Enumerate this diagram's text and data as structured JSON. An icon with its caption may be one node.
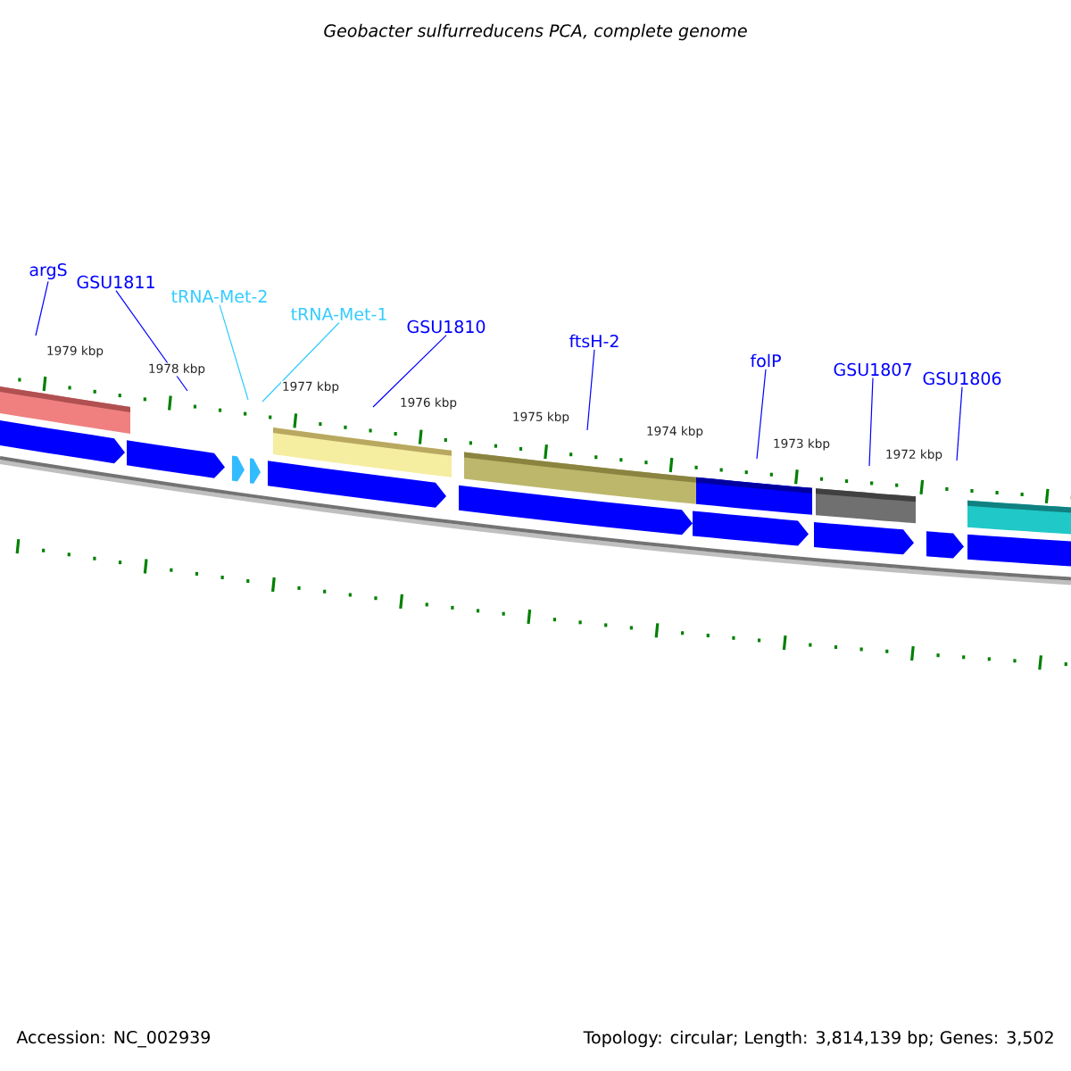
{
  "diagram": {
    "title": "Geobacter sulfurreducens PCA, complete genome",
    "nodes": [
      {
        "text": [
          "argS"
        ]
      },
      {
        "text": [
          "GSU1811"
        ]
      },
      {
        "text": [
          "tRNA-Met-2"
        ]
      },
      {
        "text": [
          "tRNA-Met-1"
        ]
      },
      {
        "text": [
          "GSU1810"
        ]
      },
      {
        "text": [
          "ftsH-2"
        ]
      },
      {
        "text": [
          "folP"
        ]
      },
      {
        "text": [
          "GSU1807"
        ]
      },
      {
        "text": [
          "GSU1806"
        ]
      }
    ],
    "edges": [
      {
        "from": 0,
        "to": null,
        "arrow": "none"
      },
      {
        "from": 1,
        "to": null,
        "arrow": "none"
      },
      {
        "from": 2,
        "to": null,
        "arrow": "none",
        "color": "#33ccff"
      },
      {
        "from": 3,
        "to": null,
        "arrow": "none",
        "color": "#33ccff"
      },
      {
        "from": 4,
        "to": null,
        "arrow": "none"
      },
      {
        "from": 5,
        "to": null,
        "arrow": "none"
      },
      {
        "from": 6,
        "to": null,
        "arrow": "none"
      },
      {
        "from": 7,
        "to": null,
        "arrow": "none"
      },
      {
        "from": 8,
        "to": null,
        "arrow": "none"
      }
    ],
    "labels": [
      "1979 kbp",
      "1978 kbp",
      "1977 kbp",
      "1976 kbp",
      "1975 kbp",
      "1974 kbp",
      "1973 kbp",
      "1972 kbp",
      "Accession: NC_002939",
      "Topology: circular; Length: 3,814,139 bp; Genes: 3,502"
    ]
  }
}
